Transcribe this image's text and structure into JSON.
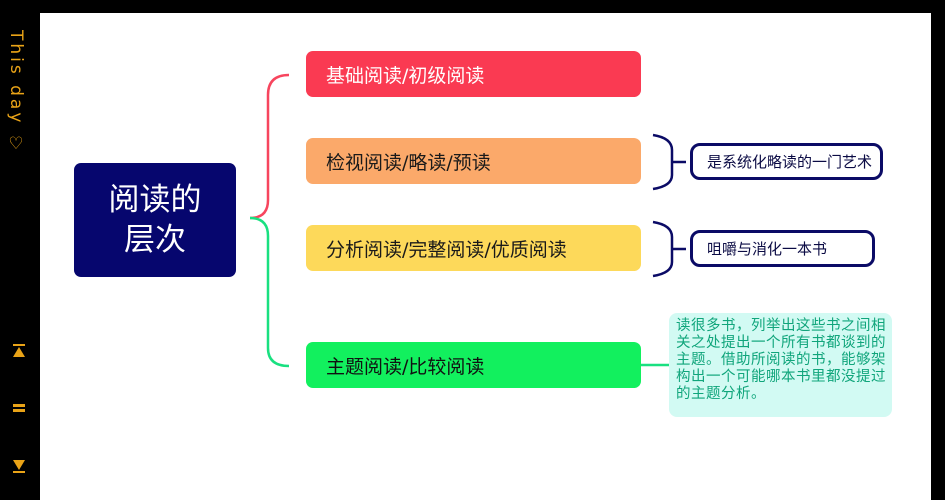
{
  "side_rail": {
    "title": "This day ♡",
    "buttons": [
      {
        "name": "scroll-top",
        "glyph": "top"
      },
      {
        "name": "menu",
        "glyph": "equals"
      },
      {
        "name": "scroll-bottom",
        "glyph": "bottom"
      }
    ],
    "accent_color": "#e9a317"
  },
  "diagram": {
    "root": {
      "label": "阅读的层次",
      "color": "#06066e"
    },
    "branches": [
      {
        "label": "基础阅读/初级阅读",
        "color": "#fa3a52"
      },
      {
        "label": "检视阅读/略读/预读",
        "color": "#fba96a",
        "note": "是系统化略读的一门艺术"
      },
      {
        "label": "分析阅读/完整阅读/优质阅读",
        "color": "#fdd95a",
        "note": "咀嚼与消化一本书"
      },
      {
        "label": "主题阅读/比较阅读",
        "color": "#12f05e",
        "note": "读很多书，列举出这些书之间相关之处提出一个所有书都谈到的主题。借助所阅读的书，能够架构出一个可能哪本书里都没提过的主题分析。"
      }
    ],
    "connector_colors": {
      "upper": "#f7455e",
      "lower": "#19e080",
      "brace": "#0b0b66"
    }
  }
}
